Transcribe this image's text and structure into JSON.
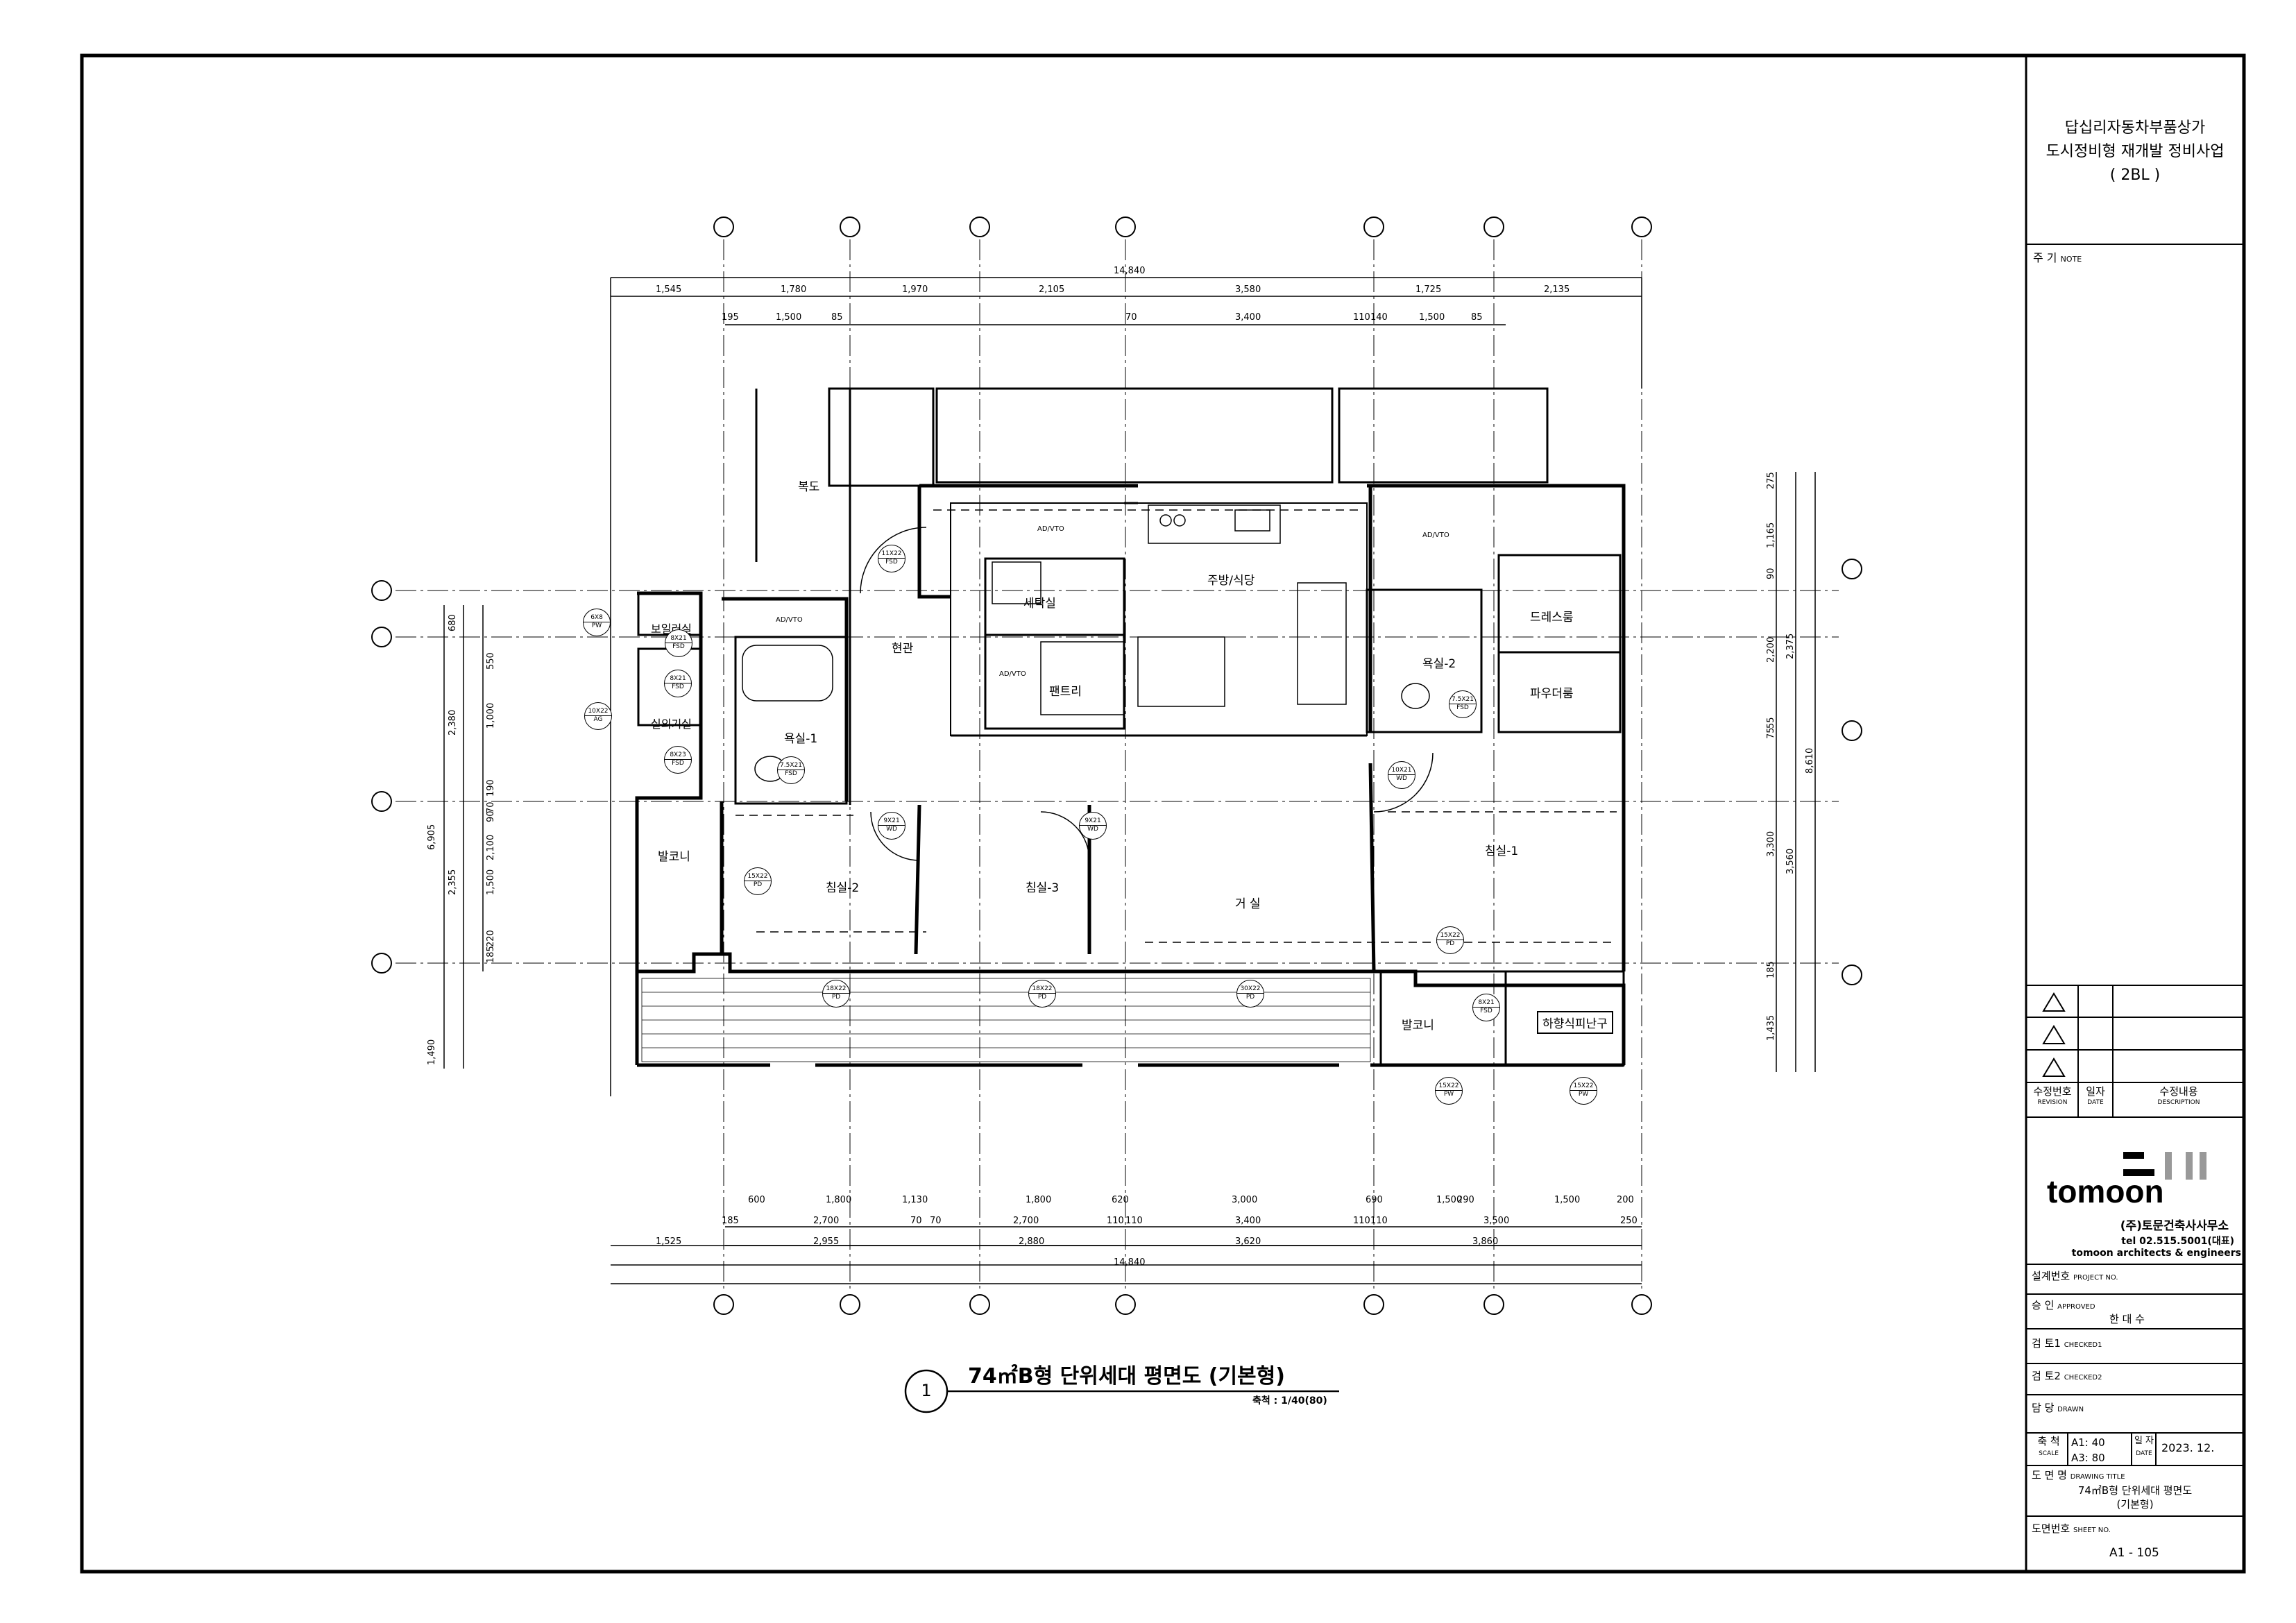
{
  "project": {
    "line1": "답십리자동차부품상가",
    "line2": "도시정비형 재개발 정비사업",
    "line3": "( 2BL )"
  },
  "titleblock": {
    "note_kr": "주  기",
    "note_en": "NOTE",
    "revision_kr": "수정번호",
    "revision_en": "REVISION",
    "date_kr": "일자",
    "date_en": "DATE",
    "desc_kr": "수정내용",
    "desc_en": "DESCRIPTION",
    "company_logo": "tomoon",
    "company_kr": "(주)토문건축사사무소",
    "company_tel": "tel 02.515.5001(대표)",
    "company_en": "tomoon architects & engineers",
    "project_no_kr": "설계번호",
    "project_no_en": "PROJECT NO.",
    "approved_kr": "승   인",
    "approved_en": "APPROVED",
    "approved_name": "한 대 수",
    "checked1_kr": "검   토1",
    "checked1_en": "CHECKED1",
    "checked2_kr": "검   토2",
    "checked2_en": "CHECKED2",
    "drawn_kr": "담   당",
    "drawn_en": "DRAWN",
    "scale_kr": "축   척",
    "scale_en": "SCALE",
    "scale_a1": "A1:   40",
    "scale_a3": "A3:   80",
    "date_label_kr": "일   자",
    "date_label_en": "DATE",
    "date_value": "2023. 12.",
    "drawing_title_kr": "도 면 명",
    "drawing_title_en": "DRAWING TITLE",
    "drawing_title_1": "74㎡B형 단위세대 평면도",
    "drawing_title_2": "(기본형)",
    "sheet_no_kr": "도면번호",
    "sheet_no_en": "SHEET NO.",
    "sheet_no": "A1  -  105"
  },
  "caption": {
    "number": "1",
    "title": "74㎡B형 단위세대 평면도  (기본형)",
    "scale": "축척 : 1/40(80)"
  },
  "rooms": {
    "corridor": "복도",
    "entrance": "현관",
    "laundry": "세탁실",
    "kitchen": "주방/식당",
    "pantry": "팬트리",
    "dressroom": "드레스룸",
    "powder": "파우더룸",
    "bath1": "욕실-1",
    "bath2": "욕실-2",
    "boiler": "보일러실",
    "outdoor_unit": "실외기실",
    "balcony_w": "발코니",
    "balcony_e": "발코니",
    "bed1": "침실-1",
    "bed2": "침실-2",
    "bed3": "침실-3",
    "living": "거 실",
    "evac": "하향식피난구"
  },
  "tags": {
    "t1": [
      "6X8",
      "PW"
    ],
    "t2": [
      "11X22",
      "FSD"
    ],
    "t3": [
      "8X21",
      "FSD"
    ],
    "t4": [
      "10X22",
      "AG"
    ],
    "t5": [
      "8X23",
      "FSD"
    ],
    "t6": [
      "8X21",
      "FSD"
    ],
    "t7": [
      "7.5X21",
      "FSD"
    ],
    "t8": [
      "15X22",
      "PD"
    ],
    "t9": [
      "9X21",
      "WD"
    ],
    "t10": [
      "9X21",
      "WD"
    ],
    "t11": [
      "10X21",
      "WD"
    ],
    "t12": [
      "7.5X21",
      "FSD"
    ],
    "t13": [
      "15X22",
      "PD"
    ],
    "t14": [
      "18X22",
      "PD"
    ],
    "t15": [
      "18X22",
      "PD"
    ],
    "t16": [
      "30X22",
      "PD"
    ],
    "t17": [
      "8X21",
      "FSD"
    ],
    "t18": [
      "15X22",
      "PW"
    ],
    "t19": [
      "15X22",
      "PW"
    ]
  },
  "dims": {
    "top_total": "14,840",
    "top_row1": [
      "1,545",
      "1,780",
      "1,970",
      "2,105",
      "3,580",
      "1,725",
      "2,135"
    ],
    "top_row2": [
      "195",
      "1,500",
      "85",
      "70",
      "3,400",
      "110",
      "140",
      "1,500",
      "85"
    ],
    "bottom_row1": [
      "600",
      "1,800",
      "1,130",
      "1,800",
      "620",
      "3,000",
      "690",
      "1,500",
      "290",
      "1,500",
      "200"
    ],
    "bottom_row2": [
      "185",
      "2,700",
      "70",
      "70",
      "2,700",
      "110",
      "110",
      "3,400",
      "110",
      "110",
      "3,500",
      "250"
    ],
    "bottom_row3": [
      "1,525",
      "2,955",
      "2,880",
      "3,620",
      "3,860"
    ],
    "bottom_total": "14,840",
    "left_outer": [
      "6,905",
      "1,490"
    ],
    "left_mid": [
      "680",
      "2,380",
      "2,355"
    ],
    "left_inner": [
      "550",
      "1,000",
      "190",
      "70",
      "90",
      "2,100",
      "1,500",
      "220",
      "185"
    ],
    "right_inner": [
      "275",
      "1,165",
      "90",
      "2,200",
      "75",
      "55",
      "3,300",
      "185",
      "1,435"
    ],
    "right_mid": [
      "2,375",
      "3,560"
    ],
    "right_total": "8,610"
  },
  "labels": {
    "ad1": "AD/VTO",
    "ad2": "AD/VTO",
    "ad3": "AD/VTO",
    "ad4": "AD/VTO"
  }
}
